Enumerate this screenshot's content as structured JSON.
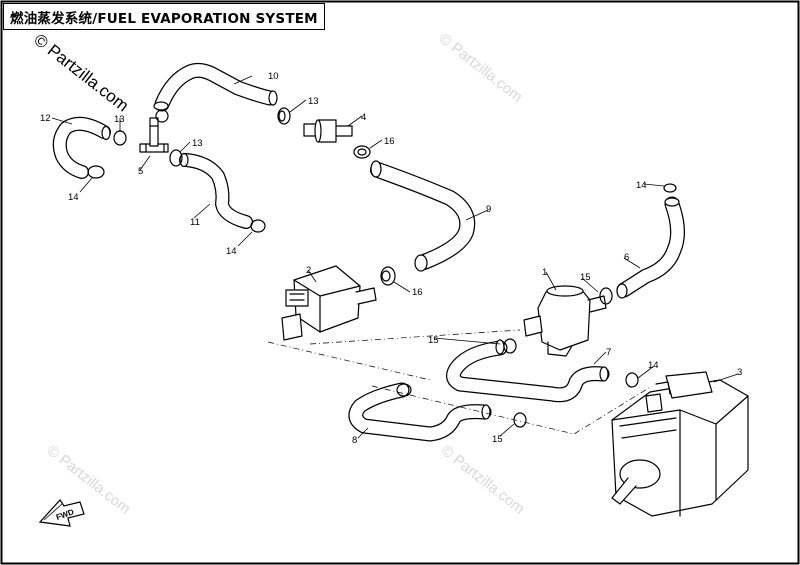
{
  "title": "燃油蒸发系统/FUEL EVAPORATION SYSTEM",
  "watermark": "© Partzilla.com",
  "part_labels": [
    "10",
    "13",
    "12",
    "13",
    "13",
    "4",
    "16",
    "5",
    "14",
    "11",
    "14",
    "9",
    "14",
    "2",
    "16",
    "1",
    "15",
    "6",
    "15",
    "7",
    "14",
    "3",
    "8",
    "15"
  ],
  "fwd_label": "FWD"
}
